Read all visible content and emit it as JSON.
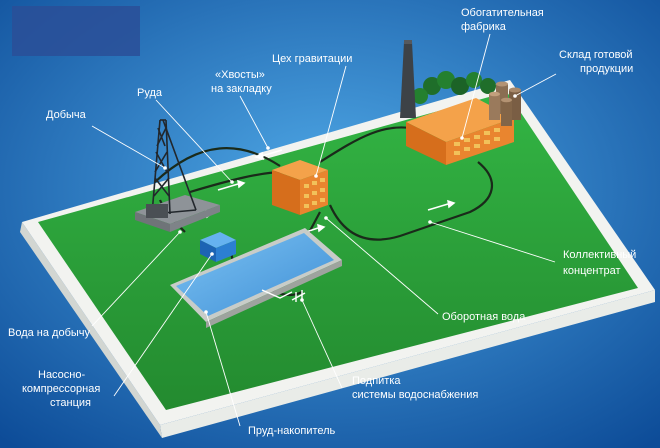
{
  "diagram": {
    "colors": {
      "background_light": "#4fa8e6",
      "background_dark": "#0d4c98",
      "field": "#2ea83a",
      "pipe": "#1a2a1a",
      "flow_arrow": "#ffffff",
      "building_orange": "#e07a25",
      "pond_water": "#5aa9e8",
      "pump_box": "#2c7fd2",
      "label_text": "#ffffff",
      "leader_line": "#ffffff"
    },
    "labels": {
      "benefication_plant_line1": "Обогатительная",
      "benefication_plant_line2": "фабрика",
      "product_warehouse_line1": "Склад готовой",
      "product_warehouse_line2": "продукции",
      "gravity_shop": "Цех гравитации",
      "tailings_line1": "«Хвосты»",
      "tailings_line2": "на закладку",
      "ore": "Руда",
      "mining": "Добыча",
      "collective_concentrate_line1": "Коллективный",
      "collective_concentrate_line2": "концентрат",
      "mining_water": "Вода на добычу",
      "recycled_water": "Оборотная вода",
      "pump_station_line1": "Насосно-",
      "pump_station_line2": "компрессорная",
      "pump_station_line3": "станция",
      "water_makeup_line1": "Подпитка",
      "water_makeup_line2": "системы водоснабжения",
      "storage_pond": "Пруд-накопитель"
    },
    "icons": [
      "mining-headframe-icon",
      "factory-chimney-icon",
      "storage-silo-icon",
      "tree-icon",
      "pump-station-icon",
      "flow-arrow-icon"
    ]
  }
}
